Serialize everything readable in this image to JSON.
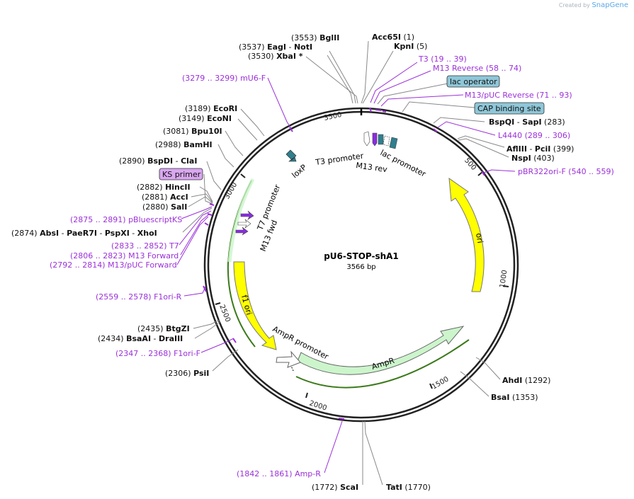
{
  "credit": {
    "prefix": "Created by",
    "brand": "SnapGene"
  },
  "plasmid": {
    "name": "pU6-STOP-shA1",
    "length": 3566,
    "length_label": "3566 bp"
  },
  "ticks": [
    "500",
    "1000",
    "1500",
    "2000",
    "2500",
    "3000",
    "3500"
  ],
  "colors": {
    "backbone": "#222222",
    "site_line": "#7a7a7a",
    "primer": "#9b30d9",
    "ori": "#ffff00",
    "ampr": "#ccf5cc",
    "ampr_stroke": "#3b9a3b",
    "feature_box": "#8fc7d8",
    "ks_box": "#d9a6f0",
    "dark_teal": "#2f7f8e",
    "purple_marker": "#8a2be2"
  },
  "sites": [
    {
      "pos": "(3553)",
      "name": "BglII"
    },
    {
      "pos": "(3537)",
      "name": "EagI",
      "name2": "NotI"
    },
    {
      "pos": "(3530)",
      "name": "XbaI *"
    },
    {
      "pos": "(1)",
      "name": "Acc65I"
    },
    {
      "pos": "(5)",
      "name": "KpnI"
    },
    {
      "pos": "(3189)",
      "name": "EcoRI"
    },
    {
      "pos": "(3149)",
      "name": "EcoNI"
    },
    {
      "pos": "(3081)",
      "name": "Bpu10I"
    },
    {
      "pos": "(2988)",
      "name": "BamHI"
    },
    {
      "pos": "(2890)",
      "name": "BspDI",
      "name2": "ClaI"
    },
    {
      "pos": "(2882)",
      "name": "HincII"
    },
    {
      "pos": "(2881)",
      "name": "AccI"
    },
    {
      "pos": "(2880)",
      "name": "SalI"
    },
    {
      "pos": "(2874)",
      "name": "AbsI",
      "name2": "PaeR7I",
      "name3": "PspXI",
      "name4": "XhoI"
    },
    {
      "pos": "(2435)",
      "name": "BtgZI"
    },
    {
      "pos": "(2434)",
      "name": "BsaAI",
      "name2": "DraIII"
    },
    {
      "pos": "(2306)",
      "name": "PsiI"
    },
    {
      "pos": "(1772)",
      "name": "ScaI"
    },
    {
      "pos": "(1770)",
      "name": "TatI"
    },
    {
      "pos": "(1292)",
      "name": "AhdI"
    },
    {
      "pos": "(1353)",
      "name": "BsaI"
    },
    {
      "pos": "(283)",
      "name": "BspQI",
      "name2": "SapI"
    },
    {
      "pos": "(399)",
      "name": "AflIII",
      "name2": "PciI"
    },
    {
      "pos": "(403)",
      "name": "NspI"
    }
  ],
  "primers": [
    {
      "range": "(19 .. 39)",
      "name": "T3"
    },
    {
      "range": "(58 .. 74)",
      "name": "M13 Reverse"
    },
    {
      "range": "(71 .. 93)",
      "name": "M13/pUC Reverse"
    },
    {
      "range": "(289 .. 306)",
      "name": "L4440"
    },
    {
      "range": "(540 .. 559)",
      "name": "pBR322ori-F"
    },
    {
      "range": "(3279 .. 3299)",
      "name": "mU6-F"
    },
    {
      "range": "(2875 .. 2891)",
      "name": "pBluescriptKS"
    },
    {
      "range": "(2833 .. 2852)",
      "name": "T7"
    },
    {
      "range": "(2806 .. 2823)",
      "name": "M13 Forward"
    },
    {
      "range": "(2792 .. 2814)",
      "name": "M13/pUC Forward"
    },
    {
      "range": "(2559 .. 2578)",
      "name": "F1ori-R"
    },
    {
      "range": "(2347 .. 2368)",
      "name": "F1ori-F"
    },
    {
      "range": "(1842 .. 1861)",
      "name": "Amp-R"
    }
  ],
  "boxed_features": [
    {
      "name": "lac operator"
    },
    {
      "name": "CAP binding site"
    },
    {
      "name": "KS primer"
    }
  ],
  "inner_features": [
    {
      "name": "ori"
    },
    {
      "name": "AmpR"
    },
    {
      "name": "AmpR promoter"
    },
    {
      "name": "f1 ori"
    },
    {
      "name": "T7 promoter"
    },
    {
      "name": "M13 fwd"
    },
    {
      "name": "loxP"
    },
    {
      "name": "T3 promoter"
    },
    {
      "name": "M13 rev"
    },
    {
      "name": "lac promoter"
    }
  ]
}
